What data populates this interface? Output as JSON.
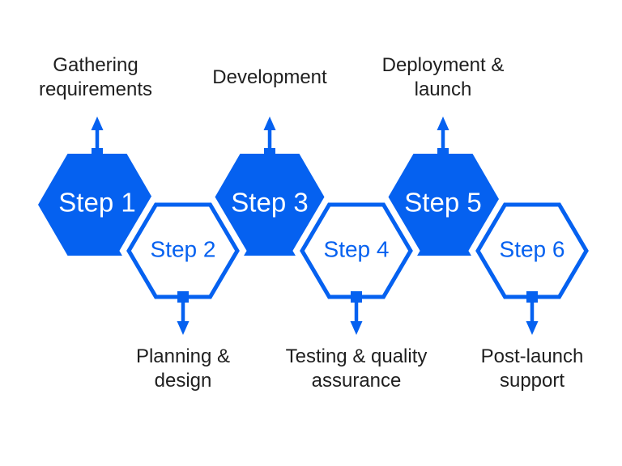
{
  "diagram": {
    "type": "hexagon-process-timeline",
    "step_count": 6,
    "colors": {
      "accent": "#0561f0",
      "caption_text": "#1f1f1f",
      "filled_label_text": "#ffffff",
      "background": "#ffffff"
    },
    "steps": [
      {
        "label": "Step 1",
        "caption": "Gathering requirements",
        "variant": "filled",
        "caption_position": "above",
        "arrow": "up"
      },
      {
        "label": "Step 2",
        "caption": "Planning & design",
        "variant": "outlined",
        "caption_position": "below",
        "arrow": "down"
      },
      {
        "label": "Step 3",
        "caption": "Development",
        "variant": "filled",
        "caption_position": "above",
        "arrow": "up"
      },
      {
        "label": "Step 4",
        "caption": "Testing & quality assurance",
        "variant": "outlined",
        "caption_position": "below",
        "arrow": "down"
      },
      {
        "label": "Step 5",
        "caption": "Deployment & launch",
        "variant": "filled",
        "caption_position": "above",
        "arrow": "up"
      },
      {
        "label": "Step 6",
        "caption": "Post-launch support",
        "variant": "outlined",
        "caption_position": "below",
        "arrow": "down"
      }
    ]
  }
}
